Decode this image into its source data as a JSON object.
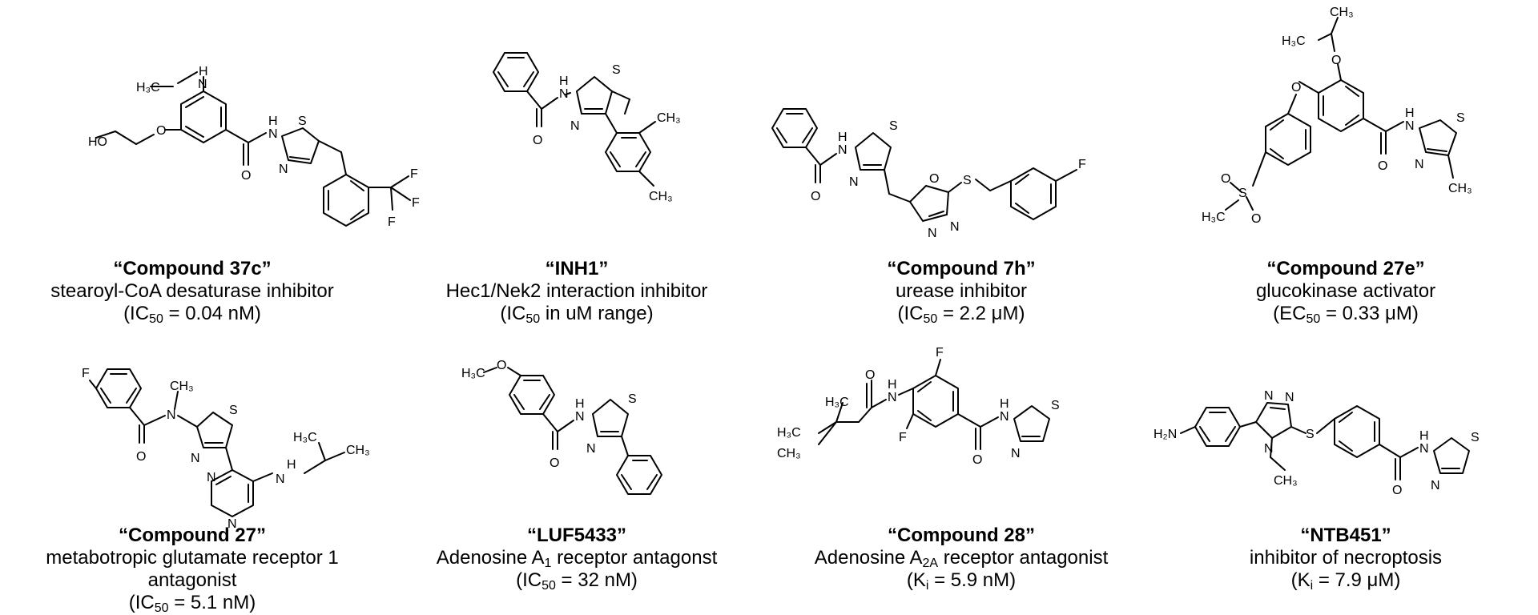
{
  "compounds": [
    {
      "name": "“Compound 37c”",
      "desc": "stearoyl-CoA desaturase inhibitor",
      "val_pre": "(IC",
      "val_sub": "50",
      "val_post": " = 0.04 nM)",
      "atoms": {
        "h3c": "H₃C",
        "nh": "H",
        "n1": "N",
        "ho": "HO",
        "o1": "O",
        "o2": "O",
        "h2": "H",
        "n2": "N",
        "s": "S",
        "n3": "N",
        "f1": "F",
        "f2": "F",
        "f3": "F"
      }
    },
    {
      "name": "“INH1”",
      "desc": "Hec1/Nek2 interaction inhibitor",
      "val_pre": "(IC",
      "val_sub": "50",
      "val_post": " in uM range)",
      "atoms": {
        "o": "O",
        "h": "H",
        "n1": "N",
        "n2": "N",
        "s": "S",
        "ch3a": "CH₃",
        "ch3b": "CH₃"
      }
    },
    {
      "name": "“Compound 7h”",
      "desc": "urease inhibitor",
      "val_pre": "(IC",
      "val_sub": "50",
      "val_post": " = 2.2 μM)",
      "atoms": {
        "o": "O",
        "h": "H",
        "n1": "N",
        "n2": "N",
        "s": "S",
        "o2": "O",
        "n3": "N",
        "n4": "N",
        "s2": "S",
        "f": "F"
      }
    },
    {
      "name": "“Compound 27e”",
      "desc": "glucokinase activator",
      "val_pre": "(EC",
      "val_sub": "50",
      "val_post": " = 0.33 μM)",
      "atoms": {
        "ch3a": "CH₃",
        "h3c": "H₃C",
        "o1": "O",
        "o2": "O",
        "o3": "O",
        "h": "H",
        "n1": "N",
        "n2": "N",
        "s1": "S",
        "os": "O",
        "s2": "S",
        "os2": "O",
        "h3c2": "H₃C",
        "ch3b": "CH₃"
      }
    },
    {
      "name": "“Compound 27”",
      "desc": "metabotropic glutamate receptor 1 antagonist",
      "val_pre": "(IC",
      "val_sub": "50",
      "val_post": " = 5.1 nM)",
      "atoms": {
        "f": "F",
        "ch3": "CH₃",
        "n1": "N",
        "o": "O",
        "s": "S",
        "n2": "N",
        "h3c": "H₃C",
        "ch3b": "CH₃",
        "n3": "N",
        "n4": "N",
        "h": "H",
        "n5": "N"
      }
    },
    {
      "name": "“LUF5433”",
      "desc": "Adenosine A",
      "desc_sub": "1",
      "desc_post": " receptor antagonst",
      "val_pre": "(IC",
      "val_sub": "50",
      "val_post": " = 32 nM)",
      "atoms": {
        "h3c": "H₃C",
        "o1": "O",
        "o": "O",
        "h": "H",
        "n1": "N",
        "n2": "N",
        "s": "S"
      }
    },
    {
      "name": "“Compound 28”",
      "desc": "Adenosine A",
      "desc_sub": "2A",
      "desc_post": " receptor antagonist",
      "val_pre": "(K",
      "val_sub": "i",
      "val_post": " = 5.9 nM)",
      "atoms": {
        "h3c1": "H₃C",
        "h3c2": "H₃C",
        "ch3": "CH₃",
        "o": "O",
        "h": "H",
        "n1": "N",
        "f1": "F",
        "f2": "F",
        "o2": "O",
        "h2": "H",
        "n2": "N",
        "n3": "N",
        "s": "S"
      }
    },
    {
      "name": "“NTB451”",
      "desc": "inhibitor of necroptosis",
      "val_pre": "(K",
      "val_sub": "i",
      "val_post": " = 7.9 μM)",
      "atoms": {
        "h2n": "H₂N",
        "n1": "N",
        "n2": "N",
        "n3": "N",
        "s": "S",
        "ch3": "CH₃",
        "o": "O",
        "h": "H",
        "n4": "N",
        "n5": "N",
        "s2": "S"
      }
    }
  ]
}
